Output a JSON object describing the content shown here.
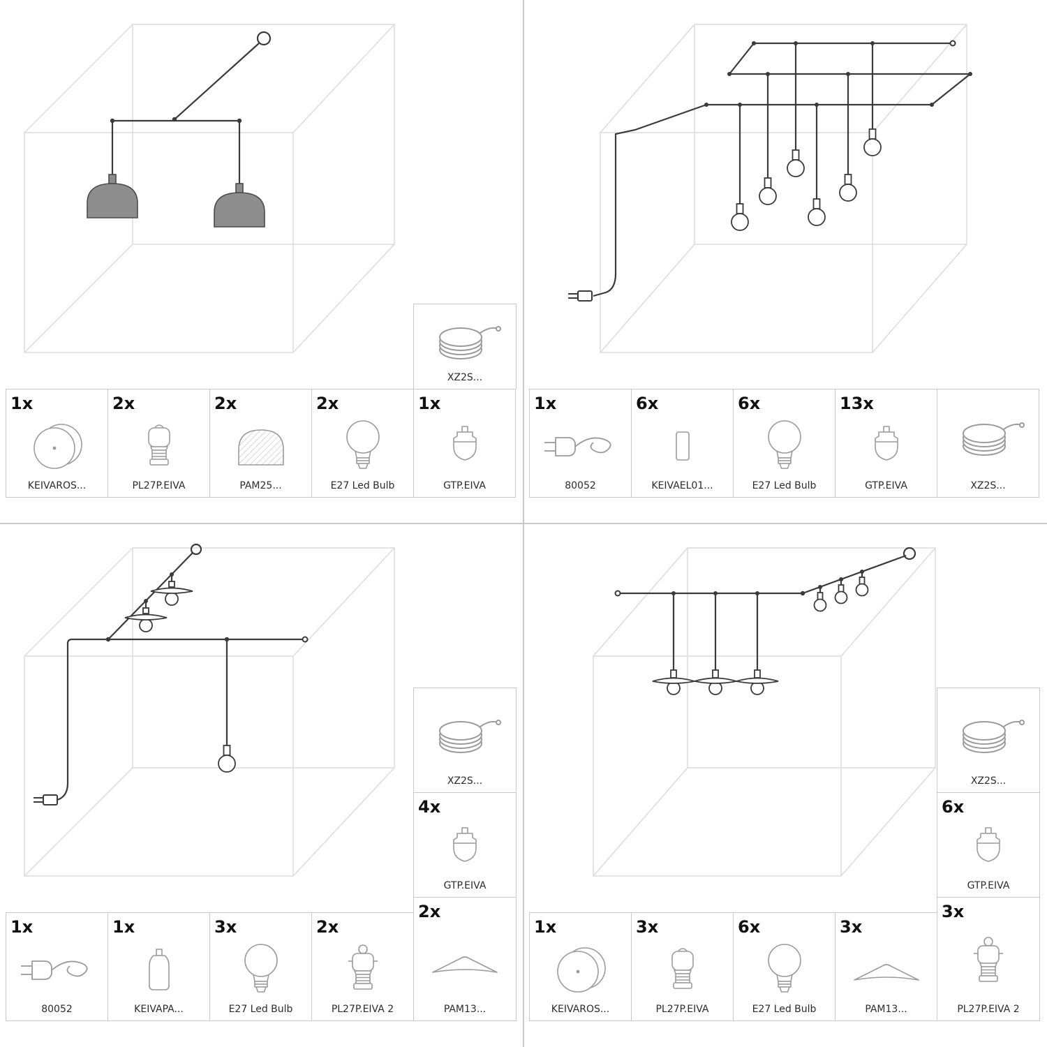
{
  "page": {
    "background": "#ffffff",
    "divider_color": "#c9c9c9",
    "cube_color": "#dcdcdc",
    "cable_color": "#3a3a3a",
    "shade_fill_color": "#8d8d8d",
    "icon_stroke_color": "#9b9b9b"
  },
  "quadrants": [
    {
      "id": "kit-double-dome-pendant",
      "side_cells": [
        {
          "qty": "",
          "icon": "cable-coil",
          "label": "XZ2S..."
        }
      ],
      "parts": [
        {
          "qty": "1x",
          "icon": "ceiling-rose",
          "label": "KEIVAROS..."
        },
        {
          "qty": "2x",
          "icon": "lamp-holder",
          "label": "PL27P.EIVA"
        },
        {
          "qty": "2x",
          "icon": "dome-shade",
          "label": "PAM25..."
        },
        {
          "qty": "2x",
          "icon": "led-bulb",
          "label": "E27 Led Bulb"
        },
        {
          "qty": "1x",
          "icon": "pendant-grip",
          "label": "GTP.EIVA"
        }
      ]
    },
    {
      "id": "kit-ceiling-cable-grid",
      "side_cells": [],
      "parts": [
        {
          "qty": "1x",
          "icon": "plug",
          "label": "80052"
        },
        {
          "qty": "6x",
          "icon": "cable-clip",
          "label": "KEIVAEL01..."
        },
        {
          "qty": "6x",
          "icon": "led-bulb",
          "label": "E27 Led Bulb"
        },
        {
          "qty": "13x",
          "icon": "pendant-grip",
          "label": "GTP.EIVA"
        },
        {
          "qty": "",
          "icon": "cable-coil",
          "label": "XZ2S..."
        }
      ]
    },
    {
      "id": "kit-plug-in-swag",
      "side_cells": [
        {
          "qty": "",
          "icon": "cable-coil",
          "label": "XZ2S..."
        },
        {
          "qty": "4x",
          "icon": "pendant-grip",
          "label": "GTP.EIVA"
        },
        {
          "qty": "2x",
          "icon": "saucer-shade",
          "label": "PAM13..."
        }
      ],
      "parts": [
        {
          "qty": "1x",
          "icon": "plug",
          "label": "80052"
        },
        {
          "qty": "1x",
          "icon": "bottle-weight",
          "label": "KEIVAPA..."
        },
        {
          "qty": "3x",
          "icon": "led-bulb",
          "label": "E27 Led Bulb"
        },
        {
          "qty": "2x",
          "icon": "lamp-holder-2",
          "label": "PL27P.EIVA 2"
        }
      ]
    },
    {
      "id": "kit-triple-saucer-line",
      "side_cells": [
        {
          "qty": "",
          "icon": "cable-coil",
          "label": "XZ2S..."
        },
        {
          "qty": "6x",
          "icon": "pendant-grip",
          "label": "GTP.EIVA"
        },
        {
          "qty": "3x",
          "icon": "lamp-holder-2",
          "label": "PL27P.EIVA 2"
        }
      ],
      "parts": [
        {
          "qty": "1x",
          "icon": "ceiling-rose",
          "label": "KEIVAROS..."
        },
        {
          "qty": "3x",
          "icon": "lamp-holder",
          "label": "PL27P.EIVA"
        },
        {
          "qty": "6x",
          "icon": "led-bulb",
          "label": "E27 Led Bulb"
        },
        {
          "qty": "3x",
          "icon": "saucer-shade",
          "label": "PAM13..."
        }
      ]
    }
  ]
}
